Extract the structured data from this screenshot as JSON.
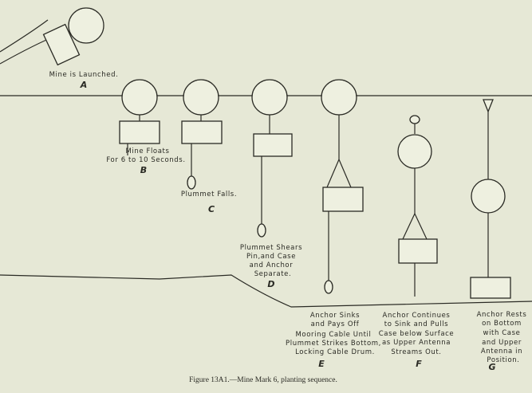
{
  "stages": [
    {
      "letter": "A",
      "lines": [
        "Mine is Launched."
      ]
    },
    {
      "letter": "B",
      "lines": [
        "Mine Floats",
        "For 6 to 10 Seconds."
      ]
    },
    {
      "letter": "C",
      "lines": [
        "Plummet Falls."
      ]
    },
    {
      "letter": "D",
      "lines": [
        "Plummet Shears",
        "Pin,and Case",
        "and Anchor",
        "Separate."
      ]
    },
    {
      "letter": "E",
      "lines": [
        "Anchor  Sinks",
        "and Pays Off",
        "Mooring Cable Until",
        "Plummet Strikes Bottom,",
        "Locking Cable Drum."
      ]
    },
    {
      "letter": "F",
      "lines": [
        "Anchor Continues",
        "to Sink and Pulls",
        "Case  below Surface",
        "as Upper Antenna",
        "Streams Out."
      ]
    },
    {
      "letter": "G",
      "lines": [
        "Anchor Rests",
        "on Bottom",
        "with Case",
        "and Upper",
        "Antenna in",
        "Position."
      ]
    }
  ],
  "caption": "Figure 13A1.—Mine Mark 6, planting sequence."
}
